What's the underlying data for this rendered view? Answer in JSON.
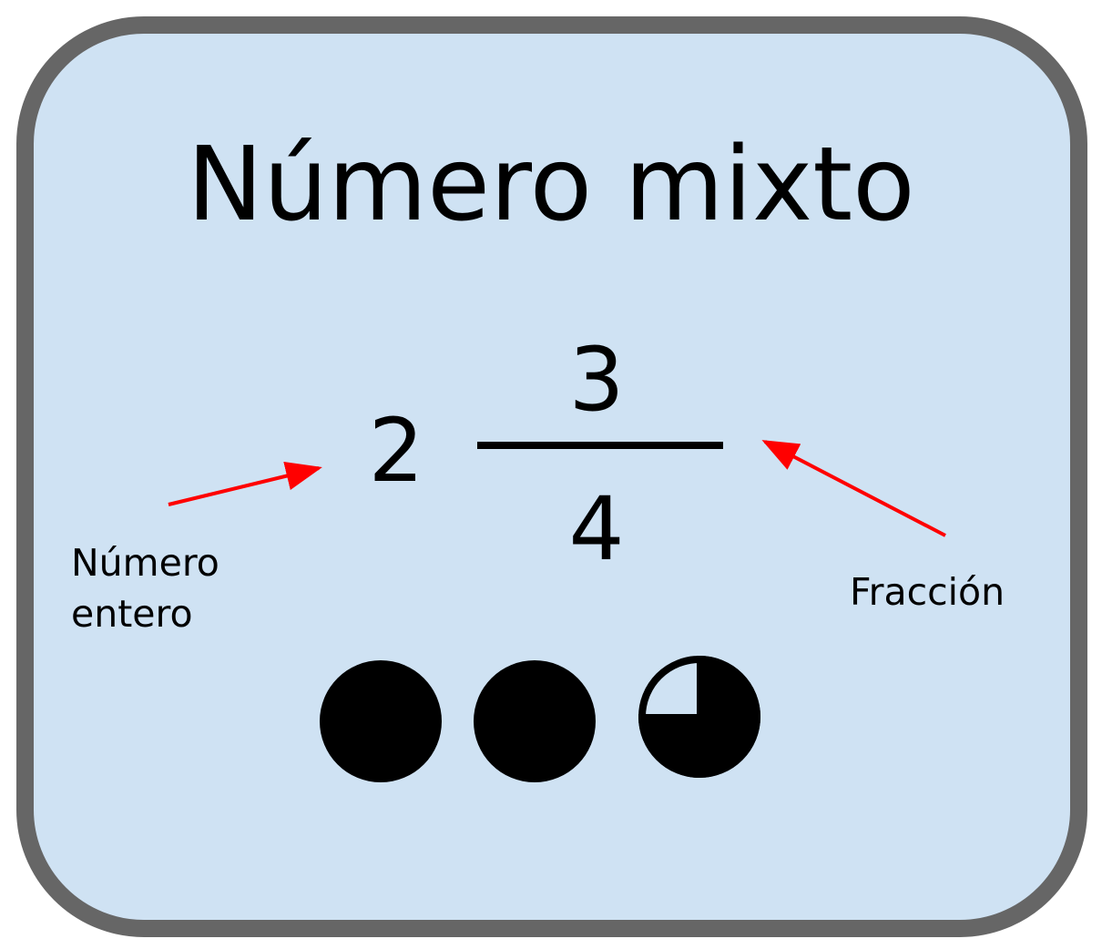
{
  "title": "Número mixto",
  "mixed_number": {
    "whole": "2",
    "numerator": "3",
    "denominator": "4"
  },
  "annotations": {
    "whole_label_line1": "Número",
    "whole_label_line2": "entero",
    "fraction_label": "Fracción"
  },
  "pie_model": {
    "circles": [
      {
        "filled_fraction": 1.0
      },
      {
        "filled_fraction": 1.0
      },
      {
        "filled_fraction": 0.75
      }
    ]
  },
  "colors": {
    "background": "#cfe2f3",
    "border": "#666666",
    "arrow": "#ff0000",
    "ink": "#000000"
  }
}
